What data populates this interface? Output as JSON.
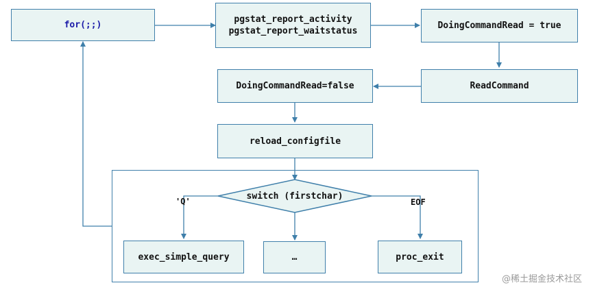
{
  "nodes": {
    "for_loop": "for(;;)",
    "pgstat_line1": "pgstat_report_activity",
    "pgstat_line2": "pgstat_report_waitstatus",
    "doing_true": "DoingCommandRead = true",
    "read_command": "ReadCommand",
    "doing_false": "DoingCommandRead=false",
    "reload": "reload_configfile",
    "switch": "switch (firstchar)",
    "exec_query": "exec_simple_query",
    "ellipsis": "…",
    "proc_exit": "proc_exit"
  },
  "edge_labels": {
    "q": "'Q'",
    "eof": "EOF"
  },
  "watermark": "@稀土掘金技术社区",
  "colors": {
    "box_fill": "#e9f4f3",
    "box_border": "#3f7faa",
    "for_text": "#1a1aa8"
  }
}
